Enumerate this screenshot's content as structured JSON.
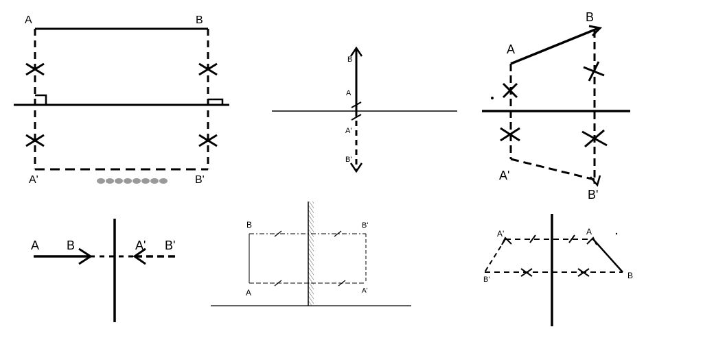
{
  "figures": [
    {
      "labels": {
        "a": "A",
        "b": "B",
        "a_prime": "A'",
        "b_prime": "B'"
      }
    },
    {
      "labels": {
        "b": "B",
        "a": "A",
        "a_prime": "A'",
        "b_prime": "B'"
      }
    },
    {
      "labels": {
        "a": "A",
        "b": "B",
        "a_prime": "A'",
        "b_prime": "B'"
      }
    },
    {
      "labels": {
        "a": "A",
        "b": "B",
        "a_prime": "A'",
        "b_prime": "B'"
      }
    },
    {
      "labels": {
        "b": "B",
        "b_prime": "B'",
        "a": "A",
        "a_prime": "A'"
      }
    },
    {
      "labels": {
        "a_prime": "A'",
        "a": "A",
        "b_prime": "B'",
        "b": "B"
      }
    }
  ]
}
